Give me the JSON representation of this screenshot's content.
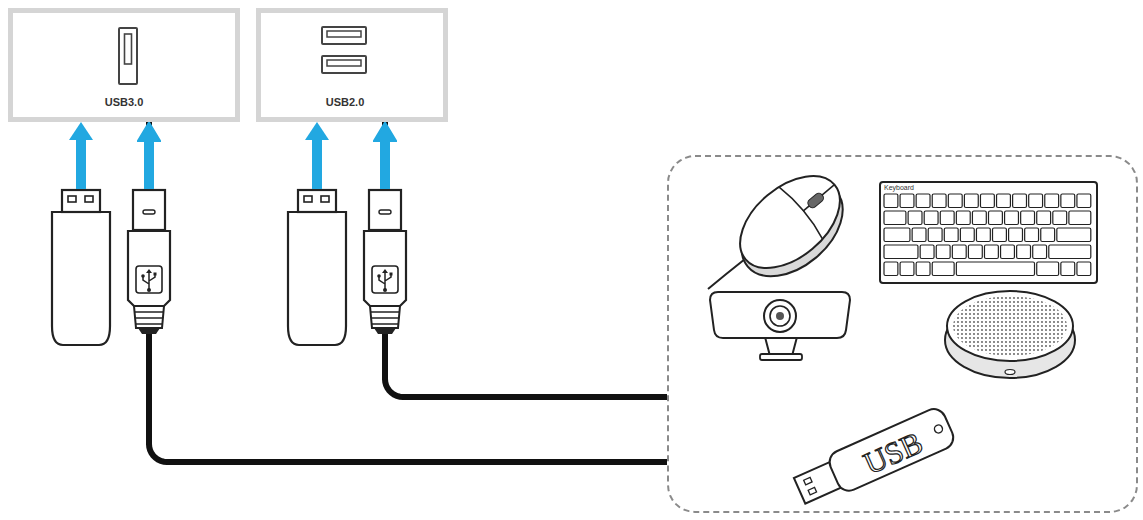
{
  "diagram": {
    "nodes": [
      {
        "text": [
          "USB3.0"
        ]
      },
      {
        "text": [
          "USB2.0"
        ]
      },
      {
        "text": [
          "Keyboard",
          "USB"
        ]
      }
    ],
    "edges": [
      {
        "from": 2,
        "to": 0,
        "arrow": "to"
      },
      {
        "from": 2,
        "to": 1,
        "arrow": "to"
      }
    ]
  }
}
